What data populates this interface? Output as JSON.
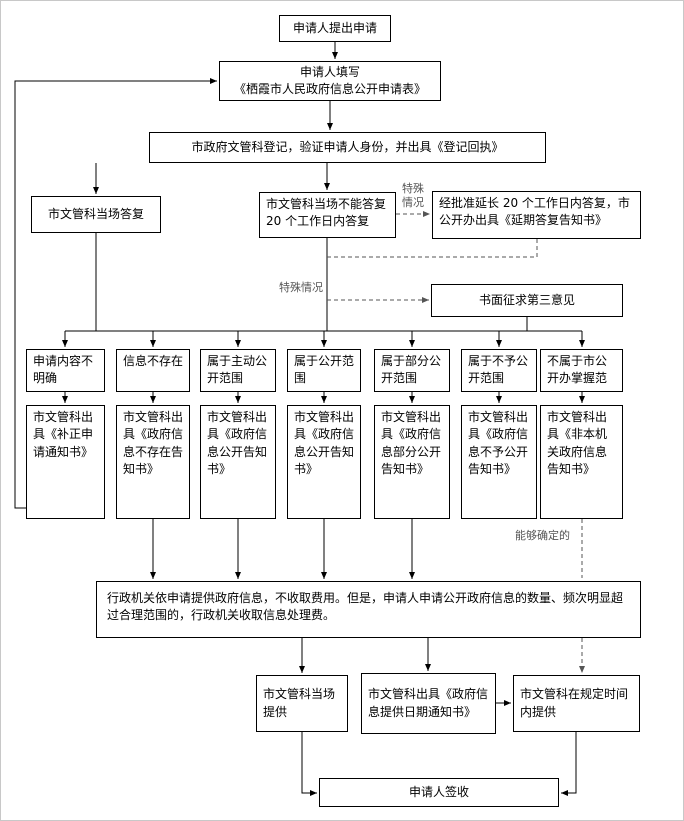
{
  "flowchart": {
    "start": "申请人提出申请",
    "fill_form": {
      "line1": "申请人填写",
      "line2": "《栖霞市人民政府信息公开申请表》"
    },
    "register": "市政府文管科登记，验证申请人身份，并出具《登记回执》",
    "reply_onspot": "市文管科当场答复",
    "reply_within20": "市文管科当场不能答复 20 个工作日内答复",
    "reply_extended": "经批准延长 20 个工作日内答复，市公开办出具《延期答复告知书》",
    "third_party": "书面征求第三意见",
    "labels": {
      "special_case_vertical": "特殊情况",
      "special_case_horizontal": "特殊情况",
      "determinable": "能够确定的"
    },
    "branches": [
      {
        "condition": "申请内容不明确",
        "action": "市文管科出具《补正申请通知书》"
      },
      {
        "condition": "信息不存在",
        "action": "市文管科出具《政府信息不存在告知书》"
      },
      {
        "condition": "属于主动公开范围",
        "action": "市文管科出具《政府信息公开告知书》"
      },
      {
        "condition": "属于公开范围",
        "action": "市文管科出具《政府信息公开告知书》"
      },
      {
        "condition": "属于部分公开范围",
        "action": "市文管科出具《政府信息部分公开告知书》"
      },
      {
        "condition": "属于不予公开范围",
        "action": "市文管科出具《政府信息不予公开告知书》"
      },
      {
        "condition": "不属于市公开办掌握范",
        "action": "市文管科出具《非本机关政府信息告知书》"
      }
    ],
    "fee_notice": "行政机关依申请提供政府信息，不收取费用。但是，申请人申请公开政府信息的数量、频次明显超过合理范围的，行政机关收取信息处理费。",
    "provide": {
      "onspot": "市文管科当场提供",
      "notice": "市文管科出具《政府信息提供日期通知书》",
      "intime": "市文管科在规定时间内提供"
    },
    "sign": "申请人签收"
  }
}
